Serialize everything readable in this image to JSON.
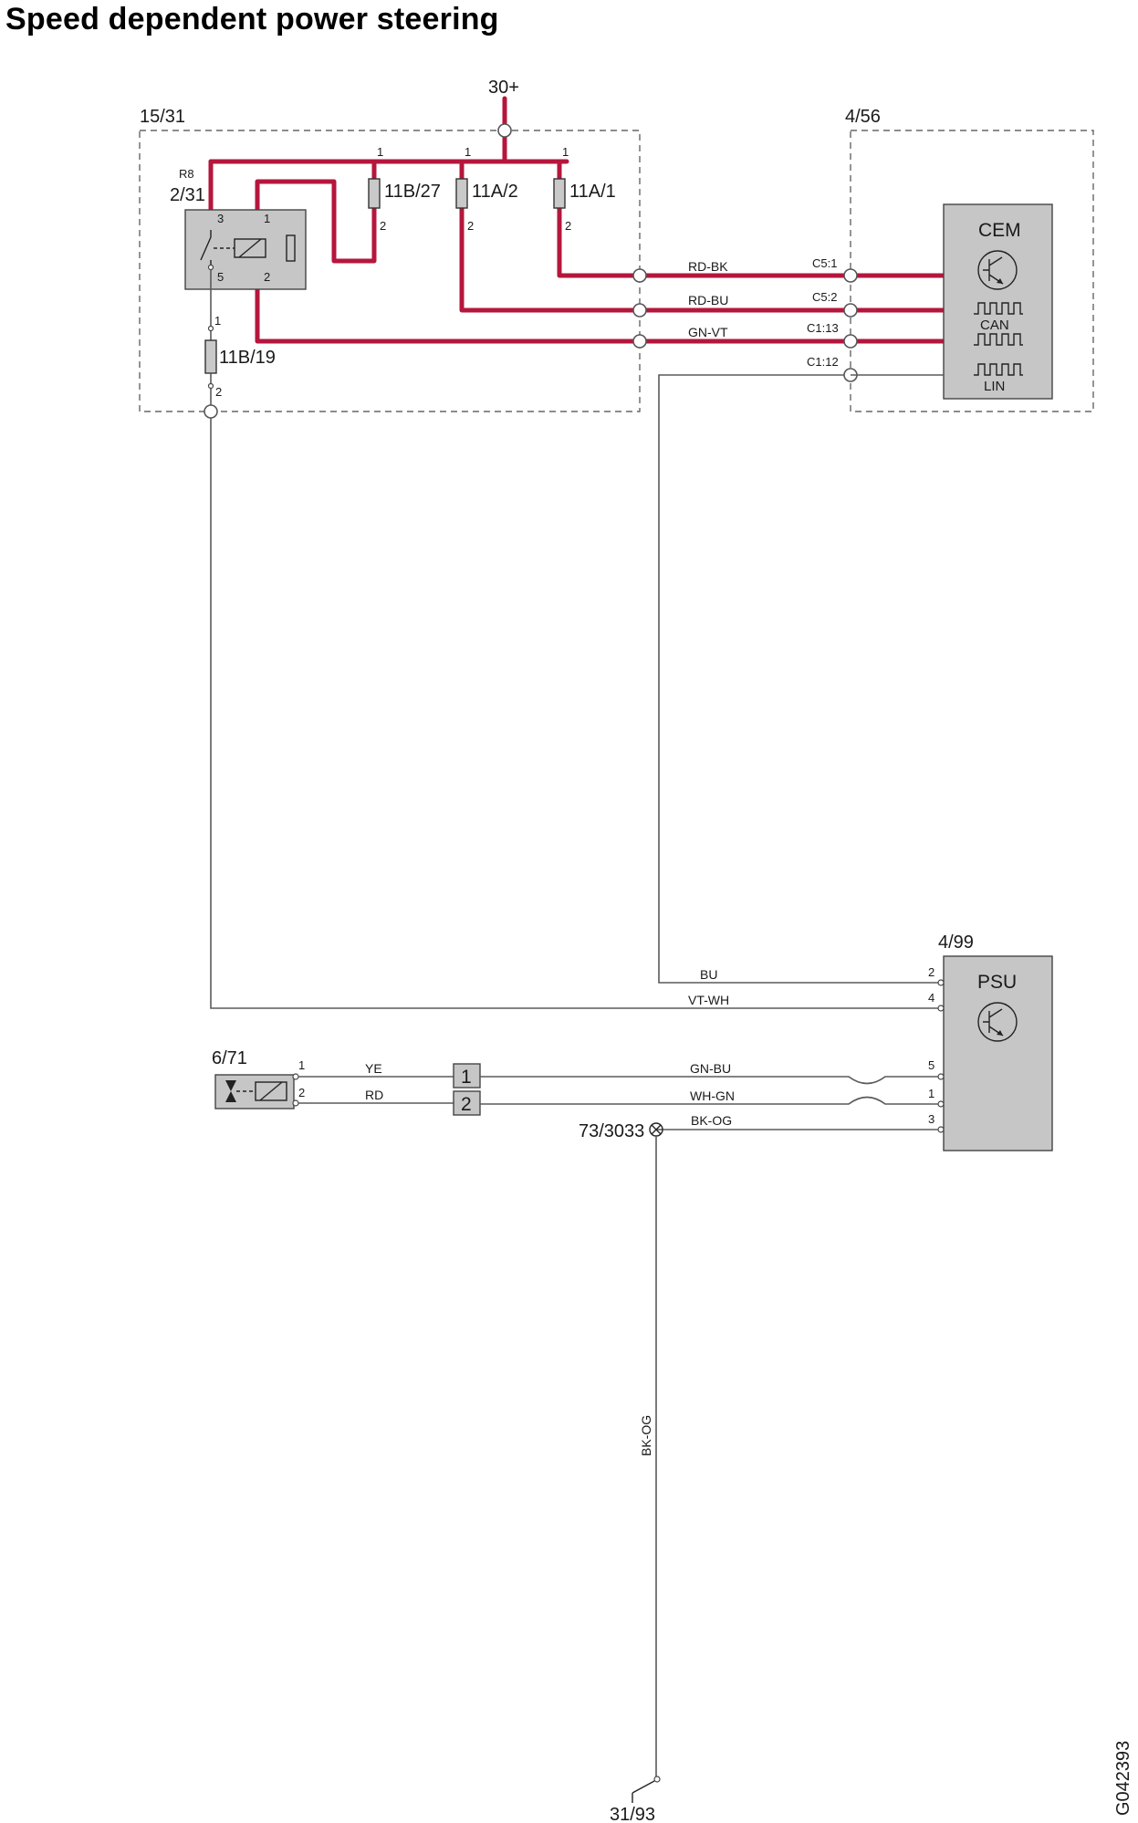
{
  "title": "Speed dependent power steering",
  "labels": {
    "supply": "30+",
    "fuse_box": "15/31",
    "cem_box": "4/56",
    "relay_id": "R8",
    "relay_num": "2/31",
    "fuse_11b27": "11B/27",
    "fuse_11a2": "11A/2",
    "fuse_11a1": "11A/1",
    "fuse_11b19": "11B/19",
    "psu_box": "4/99",
    "sensor": "6/71",
    "splice": "73/3033",
    "ground": "31/93",
    "drawing_no": "G042393"
  },
  "modules": {
    "cem": {
      "name": "CEM",
      "can": "CAN",
      "lin": "LIN"
    },
    "psu": {
      "name": "PSU"
    }
  },
  "pins": {
    "one": "1",
    "two": "2",
    "three": "3",
    "four": "4",
    "five": "5",
    "c5_1": "C5:1",
    "c5_2": "C5:2",
    "c1_13": "C1:13",
    "c1_12": "C1:12"
  },
  "wires": {
    "rd_bk": "RD-BK",
    "rd_bu": "RD-BU",
    "gn_vt": "GN-VT",
    "bu": "BU",
    "vt_wh": "VT-WH",
    "ye": "YE",
    "rd": "RD",
    "gn_bu": "GN-BU",
    "wh_gn": "WH-GN",
    "bk_og": "BK-OG",
    "bk_og_vertical": "BK-OG"
  },
  "colors": {
    "power_wire": "#b5163c",
    "signal_wire": "#5a5a5a",
    "component_fill": "#c6c6c6"
  }
}
